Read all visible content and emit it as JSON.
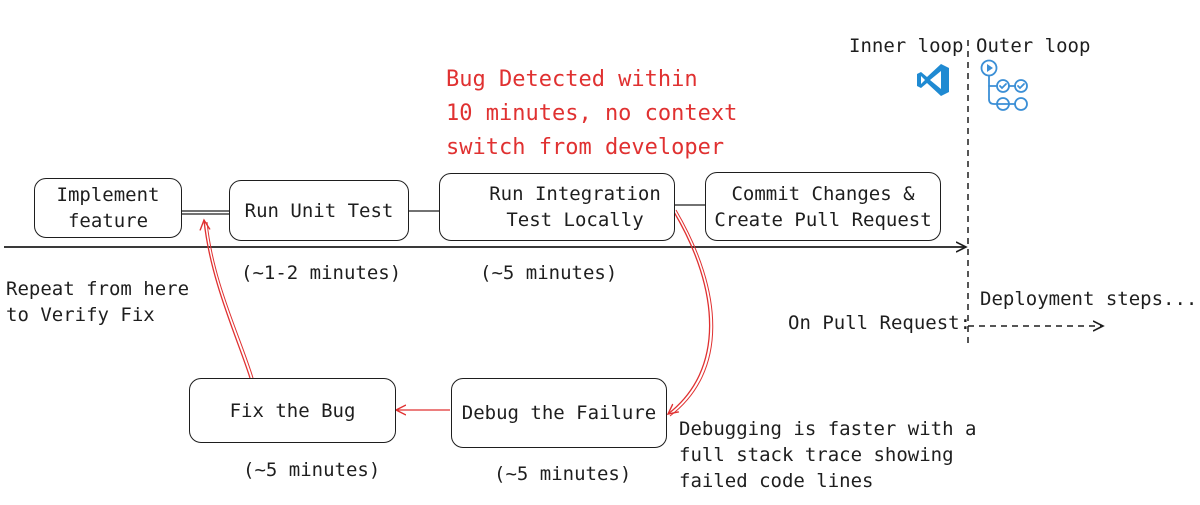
{
  "header": {
    "inner_loop": "Inner loop",
    "outer_loop": "Outer loop"
  },
  "callout": {
    "bug_detected": "Bug Detected within\n10 minutes, no context\nswitch from developer"
  },
  "steps": {
    "implement": "Implement\nfeature",
    "unit_test": "Run Unit Test",
    "integration": "Run Integration\nTest Locally",
    "commit": "Commit Changes &\nCreate Pull Request",
    "fix": "Fix the Bug",
    "debug": "Debug the Failure"
  },
  "durations": {
    "unit_test": "(~1-2 minutes)",
    "integration": "(~5 minutes)",
    "fix": "(~5 minutes)",
    "debug": "(~5 minutes)"
  },
  "notes": {
    "repeat": "Repeat from here\nto Verify Fix",
    "debugging": "Debugging is faster with a\nfull stack trace showing\nfailed code lines",
    "on_pull_request": "On Pull Request:",
    "deployment": "Deployment steps..."
  },
  "colors": {
    "accent_red": "#e03131",
    "ink": "#1e1e1e",
    "vscode_blue": "#1f8ad2",
    "pipeline_blue": "#3b8fd6"
  },
  "icons": {
    "inner": "vscode-icon",
    "outer": "pipeline-icon"
  }
}
